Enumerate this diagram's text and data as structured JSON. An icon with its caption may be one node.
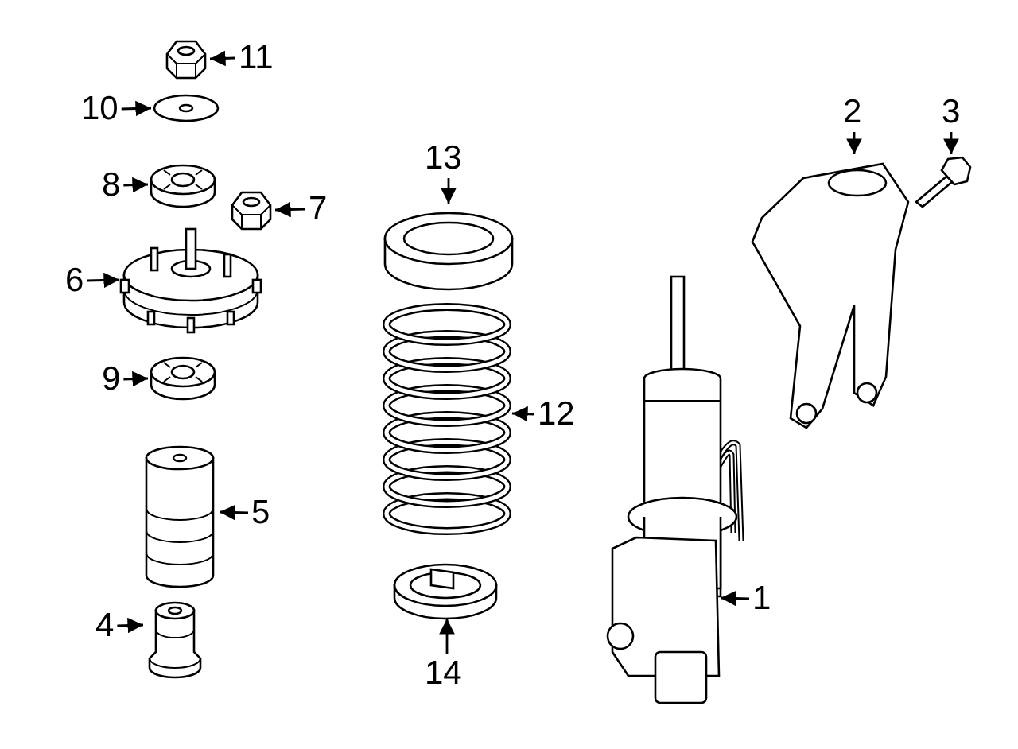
{
  "diagram": {
    "nodes": [
      {
        "text": [
          "11"
        ]
      },
      {
        "text": [],
        "shape": "picture"
      },
      {
        "text": [
          "2"
        ]
      },
      {
        "text": [],
        "shape": "picture"
      },
      {
        "text": [
          "3"
        ]
      },
      {
        "text": [],
        "shape": "picture"
      },
      {
        "text": [
          "10"
        ]
      },
      {
        "text": [],
        "shape": "picture"
      },
      {
        "text": [
          "13"
        ]
      },
      {
        "text": [],
        "shape": "picture"
      },
      {
        "text": [
          "8"
        ]
      },
      {
        "text": [],
        "shape": "picture"
      },
      {
        "text": [
          "7"
        ]
      },
      {
        "text": [],
        "shape": "picture"
      },
      {
        "text": [
          "6"
        ]
      },
      {
        "text": [],
        "shape": "picture"
      },
      {
        "text": [
          "9"
        ]
      },
      {
        "text": [],
        "shape": "picture"
      },
      {
        "text": [
          "12"
        ]
      },
      {
        "text": [],
        "shape": "picture"
      },
      {
        "text": [
          "5"
        ]
      },
      {
        "text": [],
        "shape": "picture"
      },
      {
        "text": [
          "1"
        ]
      },
      {
        "text": [],
        "shape": "picture"
      },
      {
        "text": [
          "4"
        ]
      },
      {
        "text": [],
        "shape": "picture"
      },
      {
        "text": [
          "14"
        ]
      },
      {
        "text": [],
        "shape": "picture"
      }
    ],
    "edges": [
      {
        "from": 0,
        "to": 1,
        "arrow": "to"
      },
      {
        "from": 2,
        "to": 3,
        "arrow": "to"
      },
      {
        "from": 4,
        "to": 5,
        "arrow": "to"
      },
      {
        "from": 6,
        "to": 7,
        "arrow": "to"
      },
      {
        "from": 8,
        "to": 9,
        "arrow": "to"
      },
      {
        "from": 10,
        "to": 11,
        "arrow": "to"
      },
      {
        "from": 12,
        "to": 13,
        "arrow": "to"
      },
      {
        "from": 14,
        "to": 15,
        "arrow": "to"
      },
      {
        "from": 16,
        "to": 17,
        "arrow": "to"
      },
      {
        "from": 18,
        "to": 19,
        "arrow": "to"
      },
      {
        "from": 20,
        "to": 21,
        "arrow": "to"
      },
      {
        "from": 22,
        "to": 23,
        "arrow": "to"
      },
      {
        "from": 24,
        "to": 25,
        "arrow": "to"
      },
      {
        "from": 26,
        "to": 27,
        "arrow": "to"
      }
    ]
  }
}
